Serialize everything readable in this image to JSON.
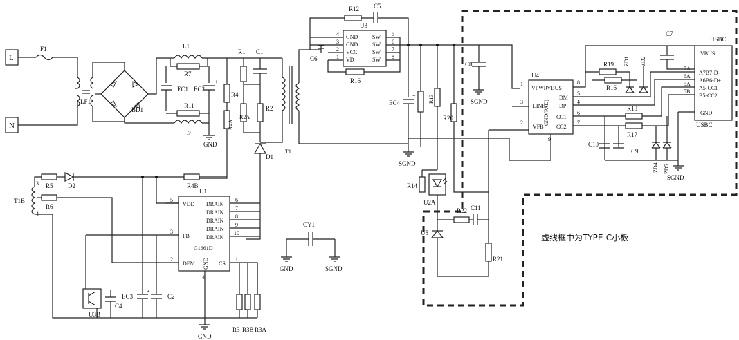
{
  "inputs": {
    "line": "L",
    "neutral": "N"
  },
  "labels": {
    "F1": "F1",
    "LF1": "LF1",
    "BD1": "BD1",
    "L1": "L1",
    "L2": "L2",
    "R7": "R7",
    "R11": "R11",
    "EC1": "EC1",
    "EC2": "EC2",
    "R1": "R1",
    "C1": "C1",
    "R4": "R4",
    "R4A": "R4A",
    "R2A": "R2A",
    "R2": "R2",
    "D1": "D1",
    "T1": "T1",
    "T1B": "T1B",
    "R5": "R5",
    "D2": "D2",
    "R6": "R6",
    "R4B": "R4B",
    "U1": "U1",
    "U3B": "U3B",
    "C4": "C4",
    "EC3": "EC3",
    "C2": "C2",
    "R3": "R3",
    "R3B": "R3B",
    "R3A": "R3A",
    "CY1": "CY1",
    "R12": "R12",
    "C5": "C5",
    "U3": "U3",
    "C6": "C6",
    "R16a": "R16",
    "EC4": "EC4",
    "R13": "R13",
    "R20": "R20",
    "C8": "C8",
    "R14": "R14",
    "U2A": "U2A",
    "R22": "R22",
    "C11": "C11",
    "U5": "U5",
    "R21": "R21",
    "U4": "U4",
    "C7": "C7",
    "USBC": "USBC",
    "USBC2": "USBC",
    "R19": "R19",
    "R16b": "R16",
    "ZD1": "ZD1",
    "ZD2": "ZD2",
    "R18": "R18",
    "R17": "R17",
    "C10": "C10",
    "C9": "C9",
    "ZD4": "ZD4",
    "ZD5": "ZD5"
  },
  "gnd": {
    "gnd1": "GND",
    "gnd2": "GND",
    "gnd3": "GND",
    "sgnd1": "SGND",
    "sgnd2": "SGND",
    "sgnd3": "SGND",
    "sgnd4": "SGND"
  },
  "u1": {
    "name": "G1661D",
    "left_pins": [
      {
        "num": "5",
        "name": "VDD"
      },
      {
        "num": "3",
        "name": "FB"
      },
      {
        "num": "2",
        "name": "DEM"
      }
    ],
    "right_pins": [
      {
        "num": "6",
        "name": "DRAIN"
      },
      {
        "num": "7",
        "name": "DRAIN"
      },
      {
        "num": "8",
        "name": "DRAIN"
      },
      {
        "num": "9",
        "name": "DRAIN"
      },
      {
        "num": "10",
        "name": "DRAIN"
      }
    ],
    "cs": {
      "num": "1",
      "name": "CS"
    },
    "gnd": {
      "num": "4",
      "name": "GND"
    }
  },
  "u3": {
    "left_pins": [
      {
        "num": "4",
        "name": "GND"
      },
      {
        "num": "3",
        "name": "GND"
      },
      {
        "num": "2",
        "name": "VCC"
      },
      {
        "num": "1",
        "name": "VD"
      }
    ],
    "right_pins": [
      {
        "num": "5",
        "name": "SW"
      },
      {
        "num": "6",
        "name": "SW"
      },
      {
        "num": "7",
        "name": "SW"
      },
      {
        "num": "8",
        "name": "SW"
      }
    ]
  },
  "u4": {
    "left_pins": [
      {
        "num": "1",
        "name": "VPWRVBUS"
      },
      {
        "num": "3",
        "name": "LINK"
      },
      {
        "num": "2",
        "name": "VFB"
      }
    ],
    "right_pins": [
      {
        "num": "8",
        "name": ""
      },
      {
        "num": "5",
        "name": "DM"
      },
      {
        "num": "4",
        "name": "DP"
      },
      {
        "num": "6",
        "name": "CC1"
      },
      {
        "num": "7",
        "name": "CC2"
      }
    ],
    "pad": "GND(PAD)",
    "pad_num": "9"
  },
  "usbc": {
    "pins": [
      {
        "num": "",
        "name": "VBUS"
      },
      {
        "num": "7A",
        "name": "A7B7-D-"
      },
      {
        "num": "6A",
        "name": "A6B6-D+"
      },
      {
        "num": "5A",
        "name": "A5-CC1"
      },
      {
        "num": "5B",
        "name": "B5-CC2"
      },
      {
        "num": "",
        "name": "GND"
      }
    ]
  },
  "note": "虚线框中为TYPE-C小板"
}
